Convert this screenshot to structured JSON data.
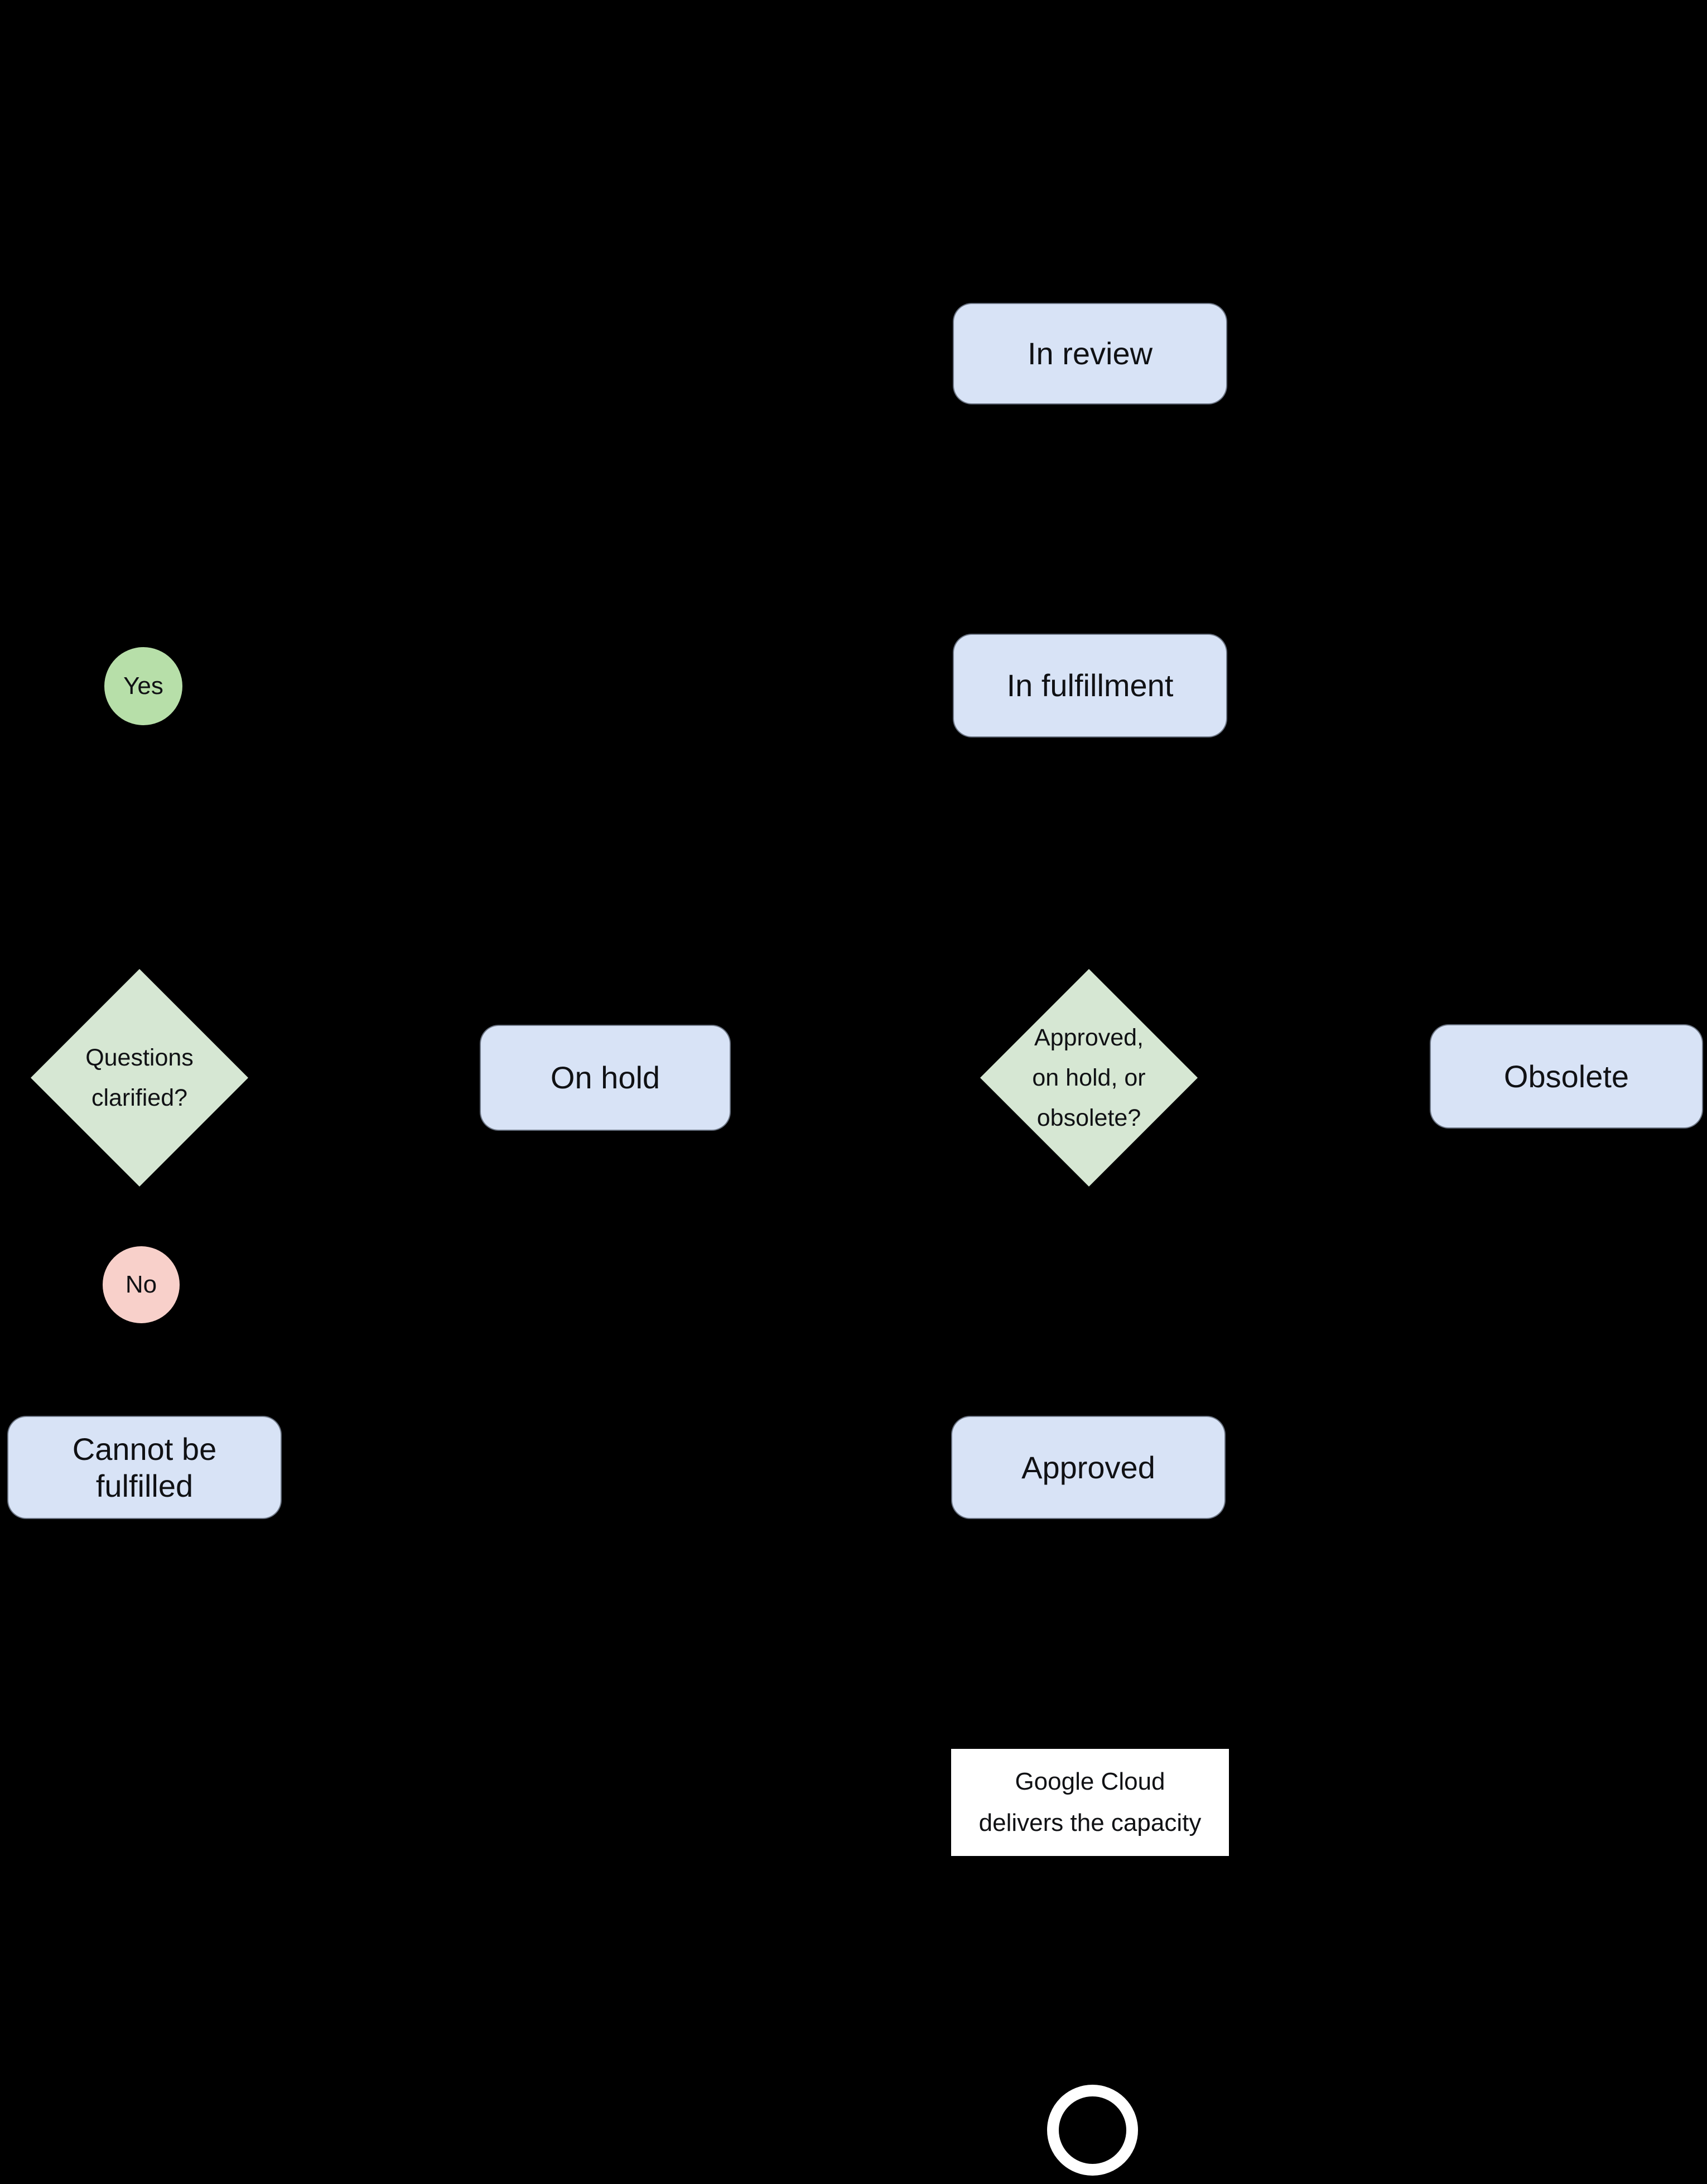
{
  "palette": {
    "background": "#000000",
    "state_box_fill": "#d8e3f6",
    "decision_diamond_fill": "#d6e7d3",
    "yes_badge_fill": "#b7dfa9",
    "no_badge_fill": "#f8d0ca",
    "note_box_fill": "#ffffff",
    "text": "#101114",
    "end_ring": "#ffffff"
  },
  "nodes": {
    "in_review": {
      "label": "In review"
    },
    "in_fulfillment": {
      "label": "In fulfillment"
    },
    "yes_badge": {
      "label": "Yes"
    },
    "questions_diamond": {
      "lines": [
        "Questions",
        "clarified?"
      ]
    },
    "on_hold": {
      "label": "On hold"
    },
    "decision_diamond": {
      "lines": [
        "Approved,",
        "on hold, or",
        "obsolete?"
      ]
    },
    "obsolete": {
      "label": "Obsolete"
    },
    "no_badge": {
      "label": "No"
    },
    "cannot_be_fulfilled": {
      "lines": [
        "Cannot be",
        "fulfilled"
      ]
    },
    "approved": {
      "label": "Approved"
    },
    "delivery_note": {
      "lines": [
        "Google Cloud",
        "delivers the capacity"
      ]
    }
  }
}
